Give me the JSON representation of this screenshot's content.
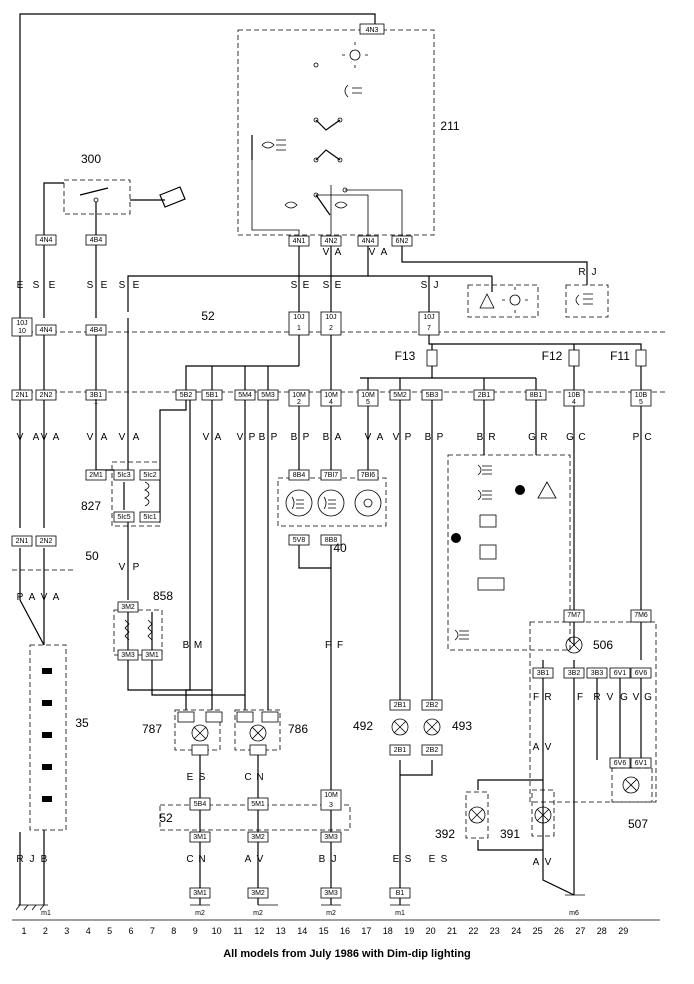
{
  "caption": "All models from July 1986 with Dim-dip lighting",
  "components": [
    "211",
    "300",
    "52",
    "827",
    "50",
    "858",
    "35",
    "787",
    "786",
    "40",
    "492",
    "493",
    "506",
    "507",
    "392",
    "391",
    "52",
    "F13",
    "F12",
    "F11"
  ],
  "connectors": [
    "4N3",
    "4N4",
    "4B4",
    "4N1",
    "4N2",
    "4N4",
    "6N2",
    "10J",
    "10",
    "4N4",
    "4B4",
    "10J",
    "1",
    "10J",
    "2",
    "10J",
    "7",
    "2N1",
    "2N2",
    "3B1",
    "1",
    "5B2",
    "5B1",
    "5M4",
    "5M3",
    "10M",
    "2",
    "10M",
    "4",
    "10M",
    "5",
    "5M2",
    "5B3",
    "2B1",
    "8B1",
    "10B",
    "4",
    "10B",
    "5",
    "2M1",
    "5Ic3",
    "5Ic2",
    "5Ic5",
    "5Ic1",
    "2N1",
    "2N2",
    "8B4",
    "7BI7",
    "7BI6",
    "5V8",
    "8B8",
    "3M2",
    "3M3",
    "3M1",
    "7M7",
    "7M6",
    "3B1",
    "3B2",
    "3B3",
    "6V1",
    "6V6",
    "2B1",
    "2B2",
    "2B1",
    "2B2",
    "6V6",
    "6V1",
    "5B4",
    "5M1",
    "10M",
    "3",
    "3M1",
    "3M2",
    "3M3",
    "3M1",
    "3M2",
    "3M3",
    "B1"
  ],
  "wire_colours": [
    "E",
    "S",
    "E",
    "S",
    "E",
    "S",
    "E",
    "S",
    "E",
    "S",
    "E",
    "S",
    "J",
    "R",
    "J",
    "V",
    "A",
    "V",
    "A",
    "V",
    "A",
    "V",
    "A",
    "V",
    "A",
    "V",
    "A",
    "V",
    "A",
    "V",
    "P",
    "B",
    "P",
    "B",
    "P",
    "B",
    "A",
    "V",
    "A",
    "V",
    "P",
    "B",
    "P",
    "B",
    "R",
    "G",
    "R",
    "G",
    "C",
    "P",
    "C",
    "P",
    "A",
    "V",
    "A",
    "V",
    "P",
    "B",
    "M",
    "F",
    "F",
    "F",
    "R",
    "F",
    "R",
    "V",
    "G",
    "V",
    "G",
    "A",
    "V",
    "A",
    "V",
    "E",
    "S",
    "E",
    "S",
    "E",
    "S",
    "C",
    "N",
    "C",
    "N",
    "A",
    "V",
    "B",
    "J",
    "R",
    "J",
    "B"
  ],
  "ground_points": [
    "m1",
    "m2",
    "m2",
    "m2",
    "m1",
    "m6"
  ],
  "grid_numbers": [
    "1",
    "2",
    "3",
    "4",
    "5",
    "6",
    "7",
    "8",
    "9",
    "10",
    "11",
    "12",
    "13",
    "14",
    "15",
    "16",
    "17",
    "18",
    "19",
    "20",
    "21",
    "22",
    "23",
    "24",
    "25",
    "26",
    "27",
    "28",
    "29"
  ]
}
